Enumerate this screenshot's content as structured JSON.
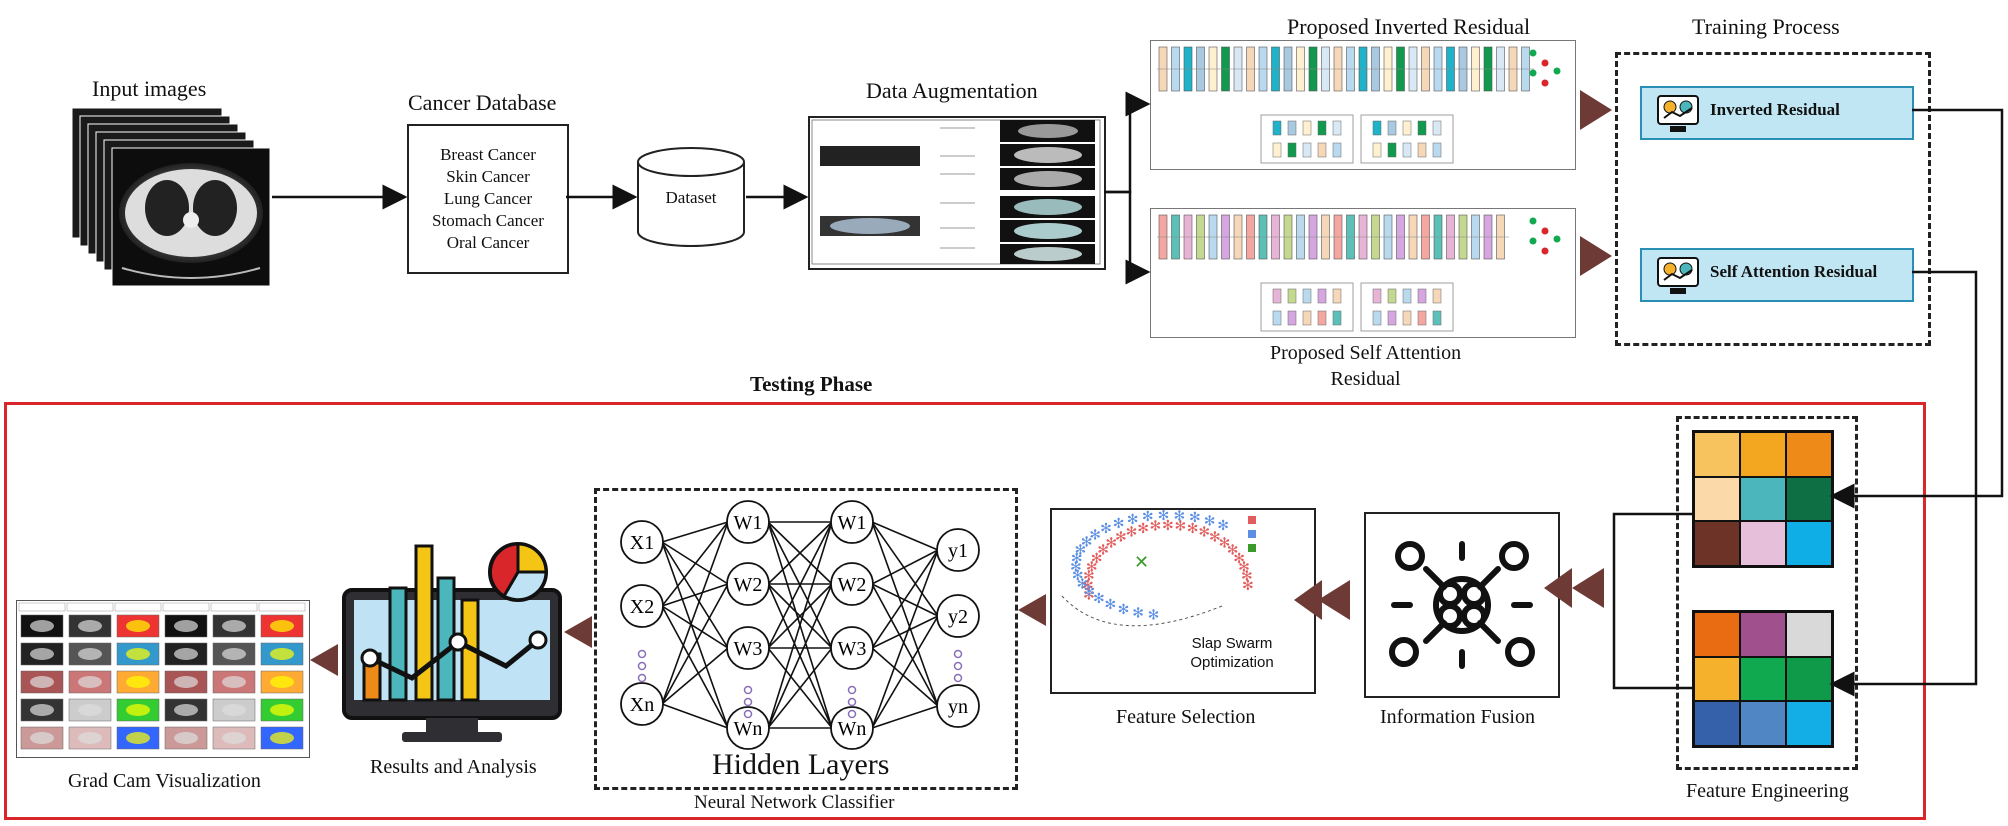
{
  "labels": {
    "input_images": "Input images",
    "cancer_database": "Cancer Database",
    "dataset": "Dataset",
    "data_augmentation": "Data Augmentation",
    "proposed_inverted_residual": "Proposed Inverted Residual",
    "proposed_self_attention_line1": "Proposed Self Attention",
    "proposed_self_attention_line2": "Residual",
    "training_process": "Training Process",
    "testing_phase": "Testing Phase",
    "feature_engineering": "Feature Engineering",
    "information_fusion": "Information Fusion",
    "feature_selection": "Feature Selection",
    "slap_swarm_line1": "Slap Swarm",
    "slap_swarm_line2": "Optimization",
    "neural_network_classifier": "Neural Network Classifier",
    "hidden_layers": "Hidden Layers",
    "results_and_analysis": "Results and Analysis",
    "grad_cam_visualization": "Grad Cam Visualization"
  },
  "cancer_types": [
    "Breast Cancer",
    "Skin Cancer",
    "Lung Cancer",
    "Stomach Cancer",
    "Oral Cancer"
  ],
  "training_models": [
    "Inverted Residual",
    "Self Attention Residual"
  ],
  "nn_nodes": {
    "inputs": [
      "X1",
      "X2",
      "Xn"
    ],
    "hidden1": [
      "W1",
      "W2",
      "W3",
      "Wn"
    ],
    "hidden2": [
      "W1",
      "W2",
      "W3",
      "Wn"
    ],
    "outputs": [
      "y1",
      "y2",
      "yn"
    ]
  },
  "feature_grid_1": [
    "#f7c35f",
    "#f3a620",
    "#ee8a18",
    "#fcd9a8",
    "#4bb7bd",
    "#0e6f45",
    "#6d3327",
    "#e6bfda",
    "#10aee6"
  ],
  "feature_grid_2": [
    "#e96c12",
    "#a0508d",
    "#d9d9d9",
    "#f5b12c",
    "#11a94f",
    "#0f9a4a",
    "#3560aa",
    "#4f86c3",
    "#14aee6"
  ],
  "colors": {
    "testing_border": "#d9262b",
    "training_box_fill": "#bfe6f2",
    "training_box_border": "#2a8fb4",
    "arrow_fill": "#6e3a35"
  }
}
